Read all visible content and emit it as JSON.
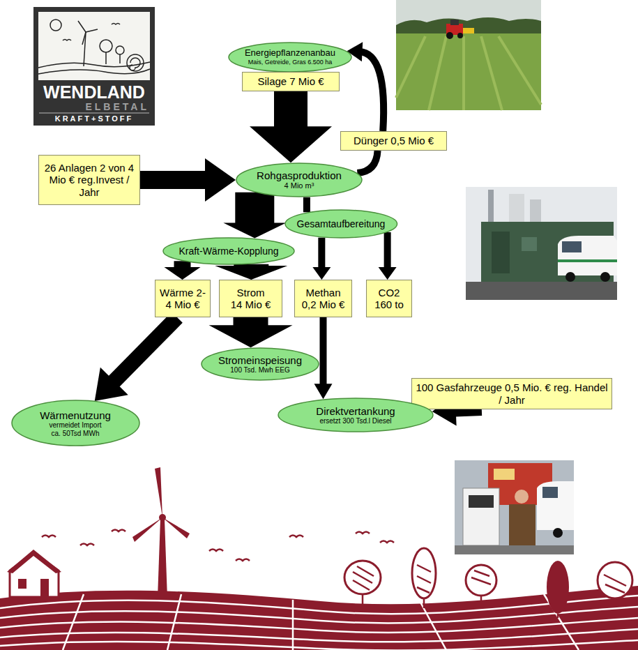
{
  "diagram": {
    "nodes": [
      {
        "text": [
          "Energiepflanzenanbau",
          "Mais, Getreide, Gras 6.500 ha"
        ]
      },
      {
        "text": [
          "Silage 7 Mio €"
        ]
      },
      {
        "text": [
          "Dünger 0,5 Mio €"
        ]
      },
      {
        "text": [
          "26 Anlagen 2 von 4 Mio € reg.Invest / Jahr"
        ]
      },
      {
        "text": [
          "Rohgasproduktion",
          "4 Mio m³"
        ]
      },
      {
        "text": [
          "Gesamtaufbereitung"
        ]
      },
      {
        "text": [
          "Kraft-Wärme-Kopplung"
        ]
      },
      {
        "text": [
          "Wärme 2-4 Mio €"
        ]
      },
      {
        "text": [
          "Strom 14 Mio €"
        ]
      },
      {
        "text": [
          "Methan 0,2 Mio €"
        ]
      },
      {
        "text": [
          "CO2 160 to"
        ]
      },
      {
        "text": [
          "100 Gasfahrzeuge 0,5 Mio. € reg. Handel / Jahr"
        ]
      },
      {
        "text": [
          "Stromeinspeisung",
          "100 Tsd. Mwh EEG"
        ]
      },
      {
        "text": [
          "Wärmenutzung",
          "vermeidet Import ca. 50Tsd MWh"
        ]
      },
      {
        "text": [
          "Direktvertankung",
          "ersetzt 300 Tsd.l Diesel"
        ]
      }
    ],
    "edges": [
      {
        "from": 1,
        "to": 4,
        "arrow": "to"
      },
      {
        "from": 4,
        "to": 2,
        "arrow": "none"
      },
      {
        "from": 2,
        "to": 0,
        "arrow": "to"
      },
      {
        "from": 3,
        "to": 4,
        "arrow": "to"
      },
      {
        "from": 4,
        "to": 6,
        "arrow": "to"
      },
      {
        "from": 4,
        "to": 5,
        "arrow": "none"
      },
      {
        "from": 5,
        "to": 9,
        "arrow": "to"
      },
      {
        "from": 5,
        "to": 10,
        "arrow": "to"
      },
      {
        "from": 6,
        "to": 7,
        "arrow": "to"
      },
      {
        "from": 6,
        "to": 8,
        "arrow": "to"
      },
      {
        "from": 7,
        "to": 13,
        "arrow": "to"
      },
      {
        "from": 8,
        "to": 12,
        "arrow": "to"
      },
      {
        "from": 9,
        "to": 14,
        "arrow": "to"
      },
      {
        "from": 11,
        "to": 14,
        "arrow": "to"
      }
    ],
    "labels": [
      "WENDLAND",
      "ELBETAL",
      "KRAFT+STOFF"
    ]
  }
}
